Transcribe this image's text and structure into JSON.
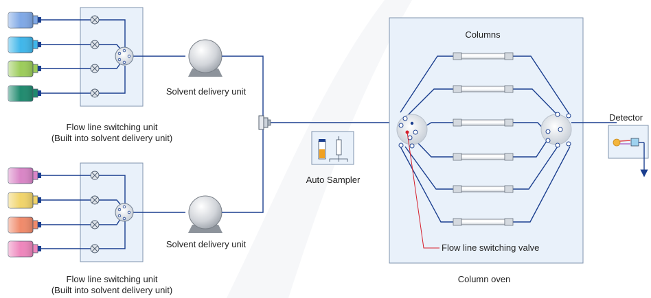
{
  "labels": {
    "columns": "Columns",
    "detector": "Detector",
    "solvent_delivery_unit_top": "Solvent delivery unit",
    "solvent_delivery_unit_bottom": "Solvent delivery unit",
    "flow_line_switching_unit_top_line1": "Flow line switching unit",
    "flow_line_switching_unit_top_line2": "(Built into solvent delivery unit)",
    "flow_line_switching_unit_bottom_line1": "Flow line switching unit",
    "flow_line_switching_unit_bottom_line2": "(Built into solvent delivery unit)",
    "auto_sampler": "Auto Sampler",
    "flow_line_switching_valve": "Flow line switching valve",
    "column_oven": "Column oven"
  },
  "colors": {
    "line": "#1b3f8f",
    "panel_fill": "#e9f1fa",
    "panel_stroke": "#7f93ad",
    "pointer_red": "#d61f2c",
    "bottles_top": [
      "#7fa8e6",
      "#3fb6ea",
      "#9ccc5a",
      "#1f8a6e"
    ],
    "bottles_bottom": [
      "#d985c6",
      "#f1d46a",
      "#f08a6a",
      "#ee86bc"
    ]
  }
}
